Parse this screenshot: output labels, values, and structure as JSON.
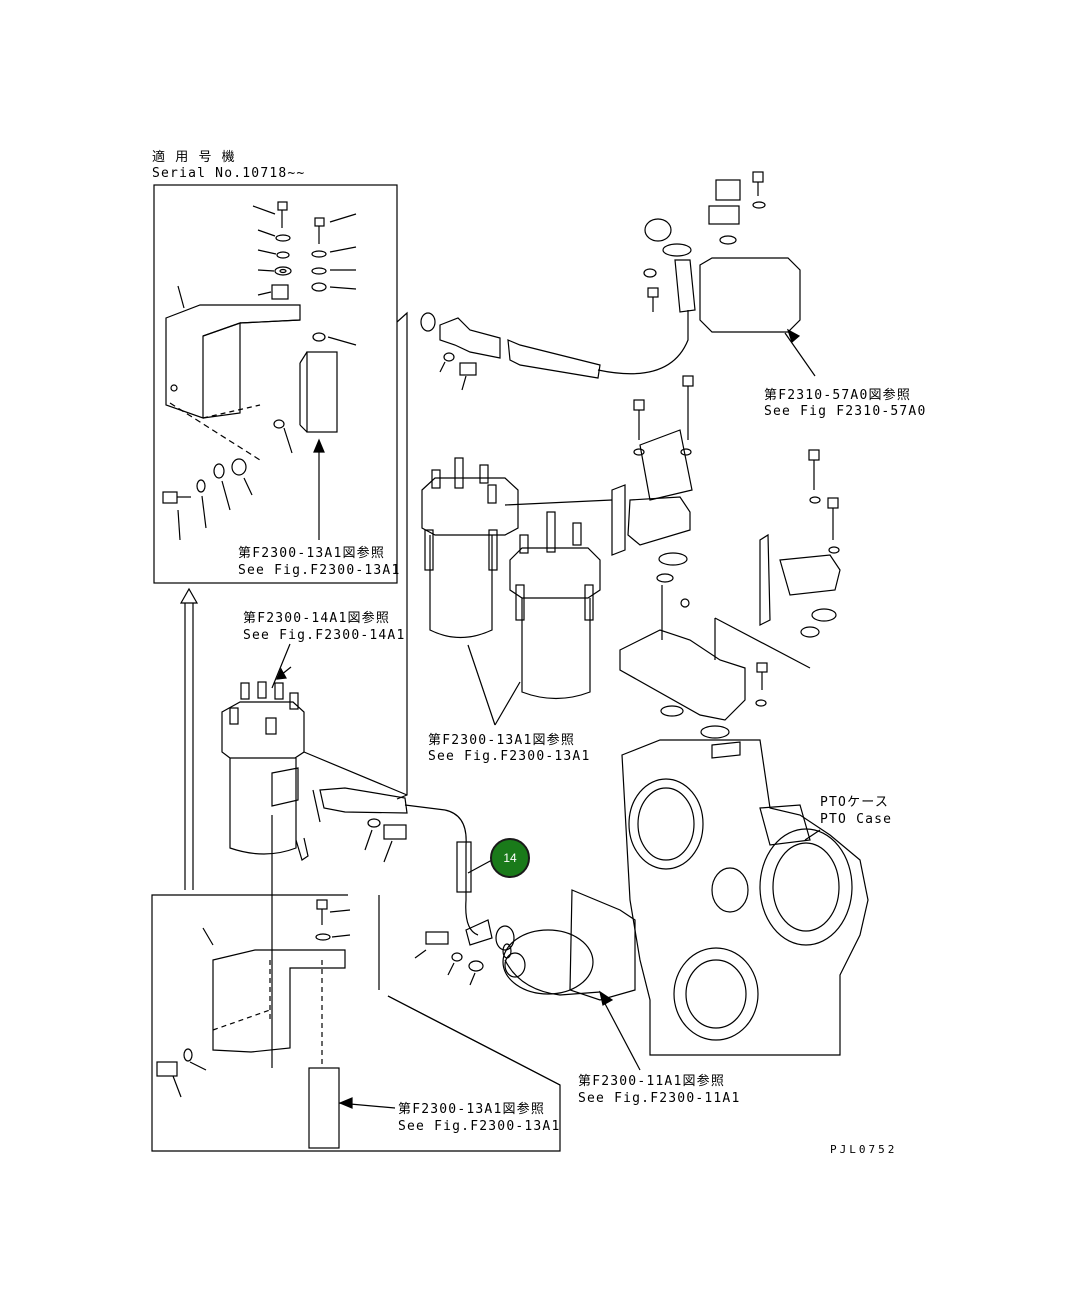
{
  "serial": {
    "line1": "適 用 号 機",
    "line2": "Serial No.10718~~"
  },
  "refs": {
    "f2300_13a1_inset": {
      "jp": "第F2300-13A1図参照",
      "en": "See Fig.F2300-13A1"
    },
    "f2300_14a1": {
      "jp": "第F2300-14A1図参照",
      "en": "See Fig.F2300-14A1"
    },
    "f2310_57a0": {
      "jp": "第F2310-57A0図参照",
      "en": "See Fig F2310-57A0"
    },
    "f2300_13a1_mid": {
      "jp": "第F2300-13A1図参照",
      "en": "See Fig.F2300-13A1"
    },
    "pto_case": {
      "jp": "PTOケース",
      "en": "PTO Case"
    },
    "f2300_11a1": {
      "jp": "第F2300-11A1図参照",
      "en": "See Fig.F2300-11A1"
    },
    "f2300_13a1_lower": {
      "jp": "第F2300-13A1図参照",
      "en": "See Fig.F2300-13A1"
    }
  },
  "callout": {
    "number": "14",
    "color": "#1a7a1a"
  },
  "drawing_code": "PJL0752"
}
